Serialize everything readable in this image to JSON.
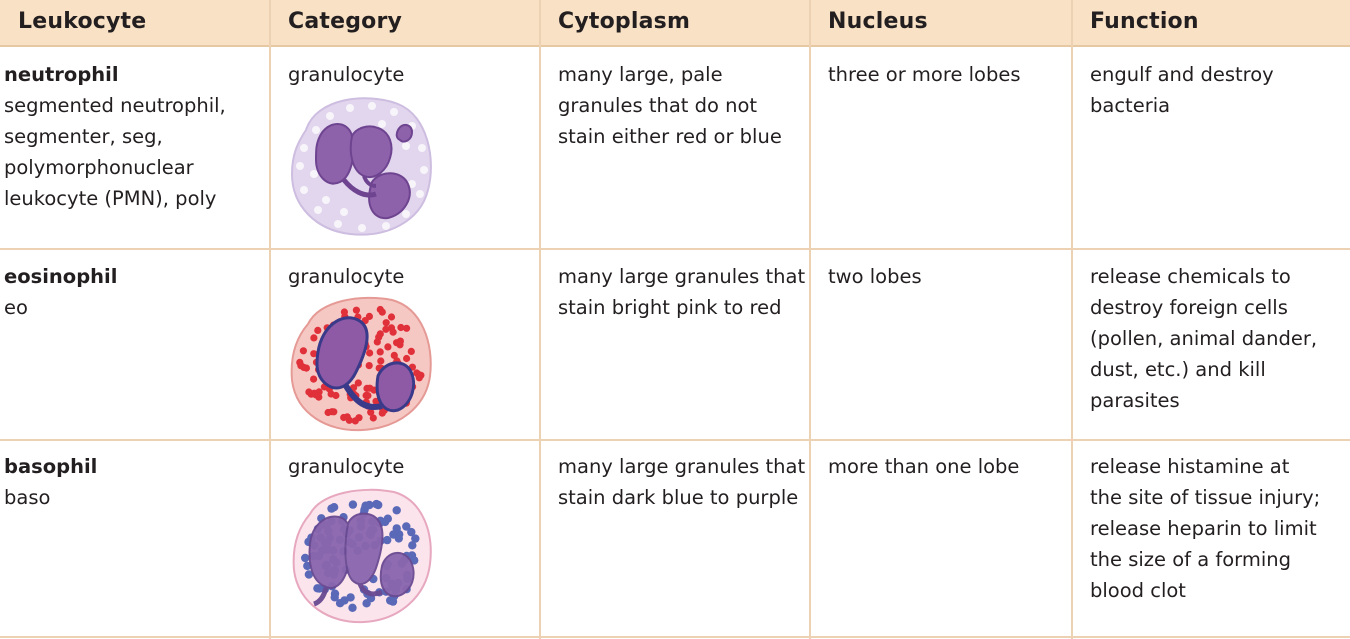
{
  "headers": [
    "Leukocyte",
    "Category",
    "Cytoplasm",
    "Nucleus",
    "Function"
  ],
  "rows": [
    {
      "name": "neutrophil",
      "aliases": [
        "segmented neutrophil,",
        "segmenter, seg,",
        "polymorphonuclear",
        "leukocyte (PMN), poly"
      ],
      "category": "granulocyte",
      "cytoplasm": [
        "many large, pale",
        "granules that do not",
        "stain either red or blue"
      ],
      "nucleus": [
        "three or more lobes"
      ],
      "function": [
        "engulf and destroy",
        "bacteria"
      ],
      "illustration": "neutrophil-cell-illustration"
    },
    {
      "name": "eosinophil",
      "aliases": [
        "eo"
      ],
      "category": "granulocyte",
      "cytoplasm": [
        "many large granules that",
        "stain bright pink to red"
      ],
      "nucleus": [
        "two lobes"
      ],
      "function": [
        "release chemicals to",
        "destroy foreign cells",
        "(pollen, animal dander,",
        "dust, etc.) and kill",
        "parasites"
      ],
      "illustration": "eosinophil-cell-illustration"
    },
    {
      "name": "basophil",
      "aliases": [
        "baso"
      ],
      "category": "granulocyte",
      "cytoplasm": [
        "many large granules that",
        "stain dark blue to purple"
      ],
      "nucleus": [
        "more than one lobe"
      ],
      "function": [
        "release histamine at",
        "the site of tissue injury;",
        "release heparin to limit",
        "the size of a forming",
        "blood clot"
      ],
      "illustration": "basophil-cell-illustration"
    }
  ],
  "colors": {
    "header_bg": "#f8e1c4",
    "rule": "#ecd2b2",
    "neutrophil_cytoplasm": "#e2d6ee",
    "neutrophil_nucleus": "#8e62aa",
    "eosinophil_cytoplasm": "#f6c8c4",
    "eosinophil_granule": "#e0303a",
    "basophil_cytoplasm": "#fbe4ec",
    "basophil_granule": "#5a68b8"
  }
}
